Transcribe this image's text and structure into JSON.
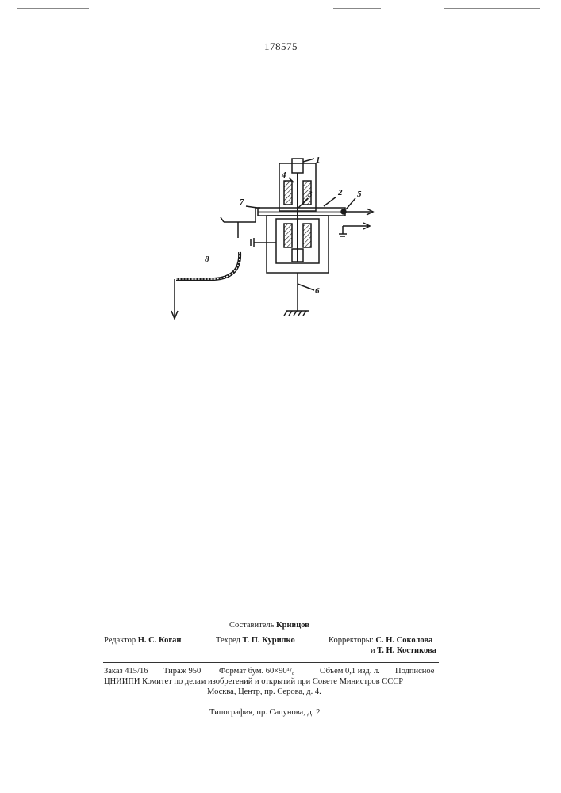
{
  "patent_number": "178575",
  "figure": {
    "labels": [
      "1",
      "2",
      "3",
      "4",
      "5",
      "6",
      "7",
      "8"
    ]
  },
  "colophon": {
    "compiler_label": "Составитель",
    "compiler_name": "Кривцов",
    "editor_label": "Редактор",
    "editor_name": "Н. С. Коган",
    "techred_label": "Техред",
    "techred_name": "Т. П. Курилко",
    "correctors_label": "Корректоры:",
    "corrector_1": "С. Н. Соколова",
    "corrector_2_prefix": "и",
    "corrector_2": "Т. Н. Костикова",
    "order": "Заказ 415/16",
    "circulation": "Тираж 950",
    "format_text": "Формат бум. 60×90¹/₈",
    "volume": "Объем 0,1 изд. л.",
    "subscription": "Подписное",
    "institute_line": "ЦНИИПИ Комитет по делам изобретений и открытий при Совете Министров СССР",
    "address_line": "Москва, Центр, пр. Серова, д. 4.",
    "printing_house": "Типография, пр. Сапунова, д. 2"
  }
}
